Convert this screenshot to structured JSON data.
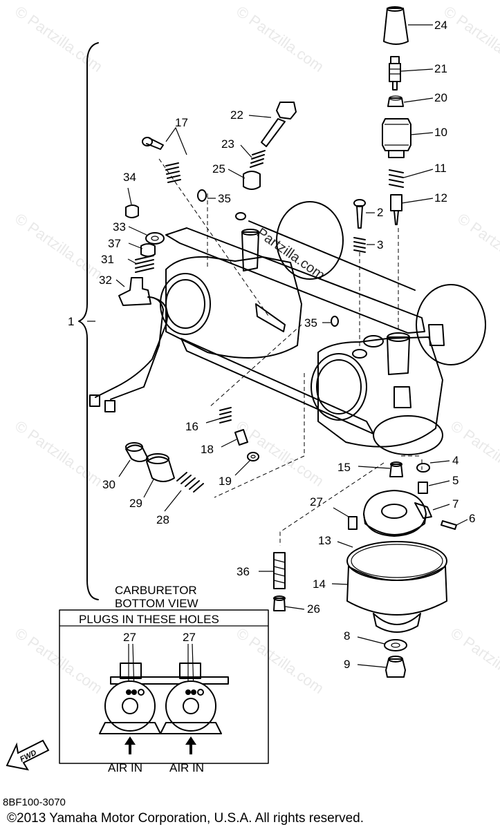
{
  "watermark": "© Partzilla.com",
  "diagram_watermark": "Partzilla.com",
  "part_labels": [
    {
      "id": "24",
      "text": "24"
    },
    {
      "id": "21",
      "text": "21"
    },
    {
      "id": "20",
      "text": "20"
    },
    {
      "id": "10",
      "text": "10"
    },
    {
      "id": "11",
      "text": "11"
    },
    {
      "id": "12",
      "text": "12"
    },
    {
      "id": "2",
      "text": "2"
    },
    {
      "id": "3",
      "text": "3"
    },
    {
      "id": "17",
      "text": "17"
    },
    {
      "id": "22",
      "text": "22"
    },
    {
      "id": "23",
      "text": "23"
    },
    {
      "id": "25",
      "text": "25"
    },
    {
      "id": "34",
      "text": "34"
    },
    {
      "id": "35a",
      "text": "35"
    },
    {
      "id": "33",
      "text": "33"
    },
    {
      "id": "37",
      "text": "37"
    },
    {
      "id": "31",
      "text": "31"
    },
    {
      "id": "32",
      "text": "32"
    },
    {
      "id": "1",
      "text": "1"
    },
    {
      "id": "35b",
      "text": "35"
    },
    {
      "id": "16",
      "text": "16"
    },
    {
      "id": "18",
      "text": "18"
    },
    {
      "id": "19",
      "text": "19"
    },
    {
      "id": "30",
      "text": "30"
    },
    {
      "id": "29",
      "text": "29"
    },
    {
      "id": "28",
      "text": "28"
    },
    {
      "id": "15",
      "text": "15"
    },
    {
      "id": "4",
      "text": "4"
    },
    {
      "id": "5",
      "text": "5"
    },
    {
      "id": "27",
      "text": "27"
    },
    {
      "id": "7",
      "text": "7"
    },
    {
      "id": "6",
      "text": "6"
    },
    {
      "id": "13",
      "text": "13"
    },
    {
      "id": "36",
      "text": "36"
    },
    {
      "id": "14",
      "text": "14"
    },
    {
      "id": "26",
      "text": "26"
    },
    {
      "id": "8",
      "text": "8"
    },
    {
      "id": "9",
      "text": "9"
    }
  ],
  "bottom_view": {
    "title_line1": "CARBURETOR",
    "title_line2": "BOTTOM VIEW",
    "box_title": "PLUGS IN THESE HOLES",
    "plug_label_left": "27",
    "plug_label_right": "27",
    "air_in_left": "AIR IN",
    "air_in_right": "AIR IN"
  },
  "fwd_label": "FWD",
  "diagram_code": "8BF100-3070",
  "copyright": "©2013  Yamaha Motor Corporation, U.S.A. All rights reserved."
}
